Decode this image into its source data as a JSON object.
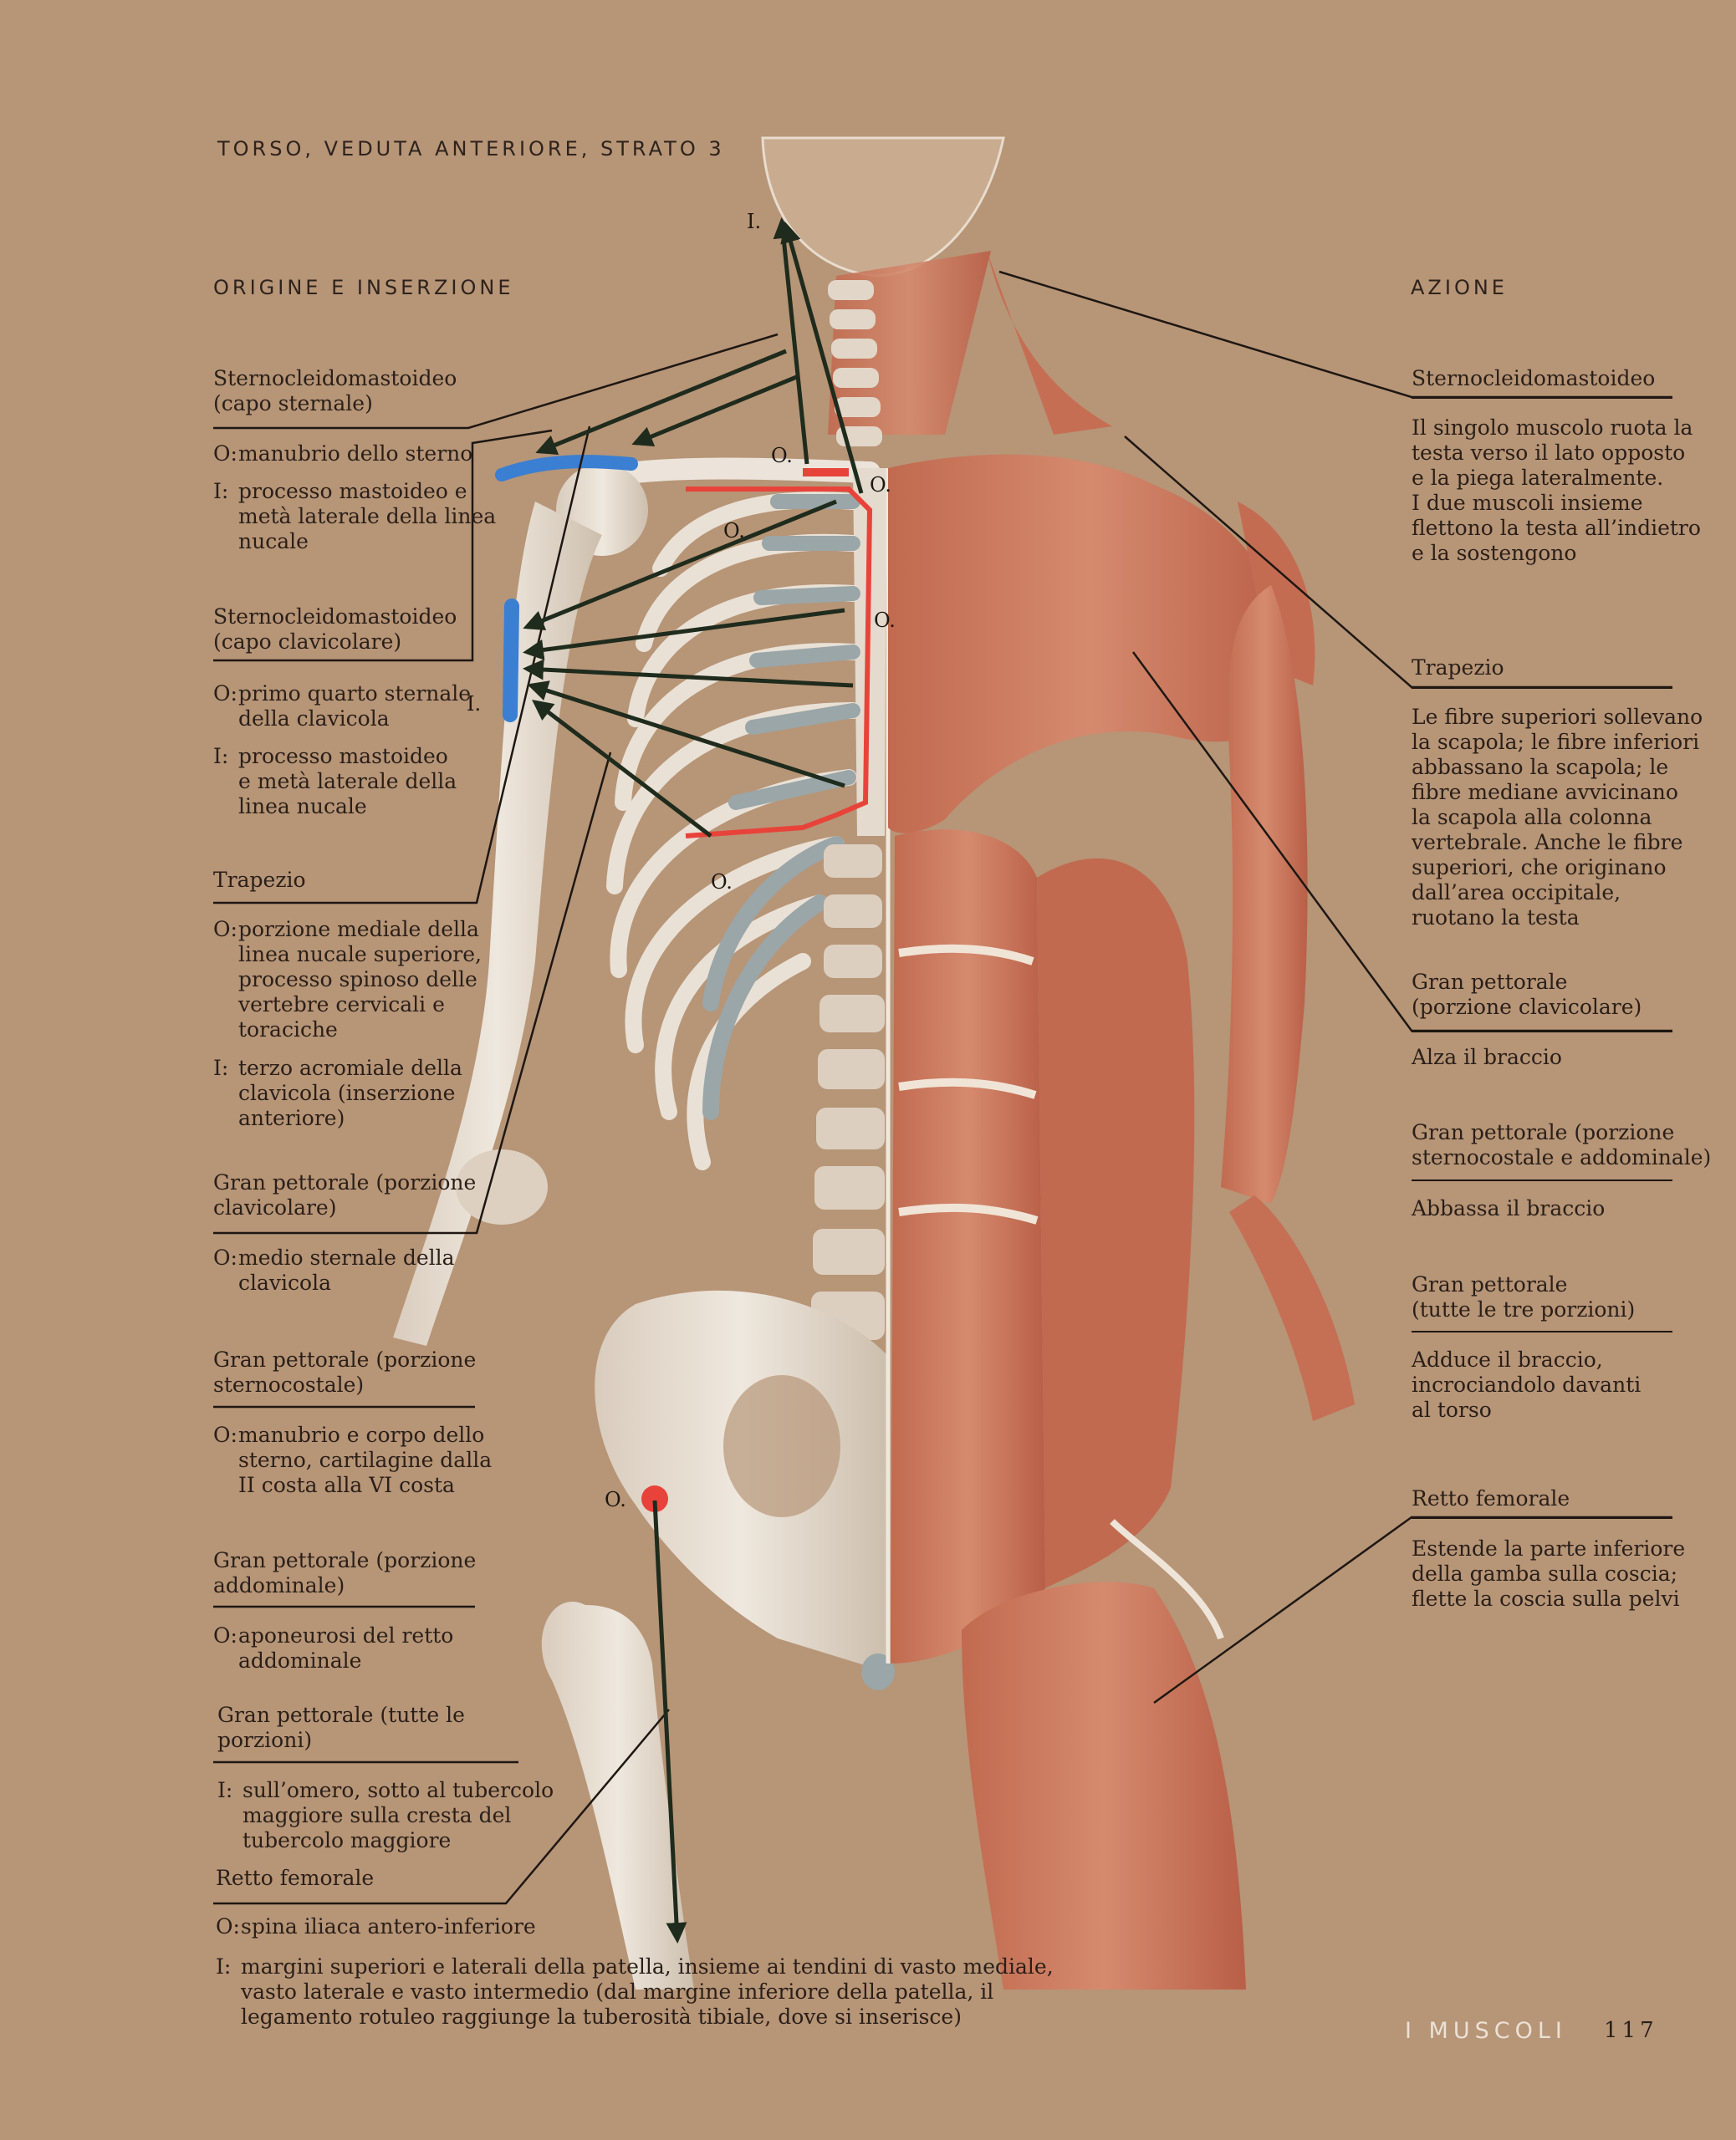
{
  "header": {
    "section_title": "TORSO, VEDUTA ANTERIORE, STRATO 3",
    "left_heading": "ORIGINE E INSERZIONE",
    "right_heading": "AZIONE"
  },
  "figure_markers": {
    "i_top": "I.",
    "i_left": "I.",
    "o_clav": "O.",
    "o_sternum_top": "O.",
    "o_rib": "O.",
    "o_sternum_mid": "O.",
    "o_lower_rib": "O.",
    "o_pelvis": "O."
  },
  "left_entries": [
    {
      "title": "Sternocleidomastoideo\n(capo sternale)",
      "lines": [
        {
          "key": "O:",
          "text": "manubrio dello sterno"
        },
        {
          "key": "I:",
          "text": "processo mastoideo e\nmetà laterale della linea\nnucale"
        }
      ]
    },
    {
      "title": "Sternocleidomastoideo\n(capo clavicolare)",
      "lines": [
        {
          "key": "O:",
          "text": "primo quarto sternale\ndella clavicola"
        },
        {
          "key": "I:",
          "text": "processo mastoideo\ne metà laterale della\nlinea nucale"
        }
      ]
    },
    {
      "title": "Trapezio",
      "lines": [
        {
          "key": "O:",
          "text": "porzione mediale della\nlinea nucale superiore,\nprocesso spinoso delle\nvertebre cervicali e\ntoraciche"
        },
        {
          "key": "I:",
          "text": "terzo acromiale della\nclavicola (inserzione\nanteriore)"
        }
      ]
    },
    {
      "title": "Gran pettorale (porzione\nclavicolare)",
      "lines": [
        {
          "key": "O:",
          "text": "medio sternale della\nclavicola"
        }
      ]
    },
    {
      "title": "Gran pettorale (porzione\nsternocostale)",
      "lines": [
        {
          "key": "O:",
          "text": "manubrio e corpo dello\nsterno, cartilagine dalla\nII costa alla VI costa"
        }
      ]
    },
    {
      "title": "Gran pettorale (porzione\naddominale)",
      "lines": [
        {
          "key": "O:",
          "text": "aponeurosi del retto\naddominale"
        }
      ]
    },
    {
      "title": "Gran pettorale (tutte le\nporzioni)",
      "lines": [
        {
          "key": "I:",
          "text": "sull’omero, sotto al tubercolo\nmaggiore sulla cresta del\ntubercolo maggiore"
        }
      ]
    },
    {
      "title": "Retto femorale",
      "lines": [
        {
          "key": "O:",
          "text": "spina iliaca antero-inferiore"
        },
        {
          "key": "I:",
          "text": "margini superiori e laterali della patella, insieme ai tendini di vasto mediale,\nvasto laterale e vasto intermedio (dal margine inferiore della patella, il\nlegamento rotuleo raggiunge la tuberosità tibiale, dove si inserisce)"
        }
      ]
    }
  ],
  "right_entries": [
    {
      "title": "Sternocleidomastoideo",
      "text": "Il singolo muscolo ruota la\ntesta verso il lato opposto\ne la piega lateralmente.\nI due muscoli insieme\nflettono la testa all’indietro\ne la sostengono"
    },
    {
      "title": "Trapezio",
      "text": "Le fibre superiori sollevano\nla scapola; le fibre inferiori\nabbassano la scapola; le\nfibre mediane avvicinano\nla scapola alla colonna\nvertebrale. Anche le fibre\nsuperiori, che originano\ndall’area occipitale,\nruotano la testa"
    },
    {
      "title": "Gran pettorale\n(porzione clavicolare)",
      "text": "Alza il braccio"
    },
    {
      "title": "Gran pettorale (porzione\nsternocostale e addominale)",
      "text": "Abbassa il braccio"
    },
    {
      "title": "Gran pettorale\n(tutte le tre porzioni)",
      "text": "Adduce il braccio,\nincrociandolo davanti\nal torso"
    },
    {
      "title": "Retto femorale",
      "text": "Estende la parte inferiore\ndella gamba sulla coscia;\nflette la coscia sulla pelvi"
    }
  ],
  "footer": {
    "chapter": "I MUSCOLI",
    "page_number": "117"
  },
  "colors": {
    "paper": "#b79577",
    "muscle": "#c8735a",
    "bone": "#e6ddd2",
    "cartilage": "#9aa6a8",
    "origin_red": "#e8433a",
    "insertion_blue": "#3a7fd2"
  }
}
